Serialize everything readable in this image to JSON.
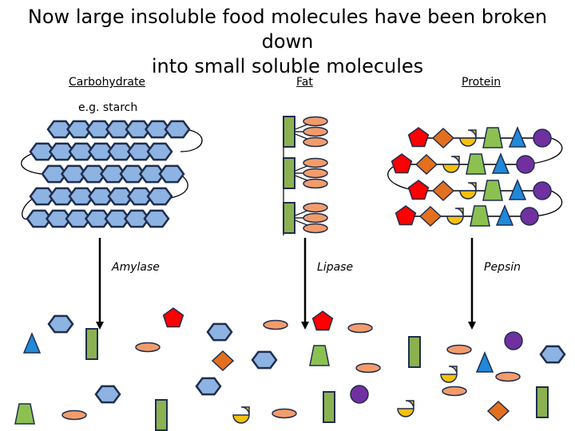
{
  "title_line1": "Now large insoluble food molecules have been broken down",
  "title_line2": "into small soluble molecules",
  "labels": {
    "carbohydrate": "Carbohydrate",
    "fat": "Fat",
    "protein": "Protein",
    "example": "e.g. starch"
  },
  "enzymes": {
    "amylase": "Amylase",
    "lipase": "Lipase",
    "pepsin": "Pepsin"
  },
  "colors": {
    "hexagon": "#8db3e2",
    "glycerol": "#8cb150",
    "fatty_acid": "#f39c6b",
    "pentagon": "#ff0000",
    "diamond": "#e2701e",
    "drop": "#f6c10a",
    "trapezoid": "#8cc152",
    "triangle": "#2189d8",
    "circle": "#7030a0"
  }
}
